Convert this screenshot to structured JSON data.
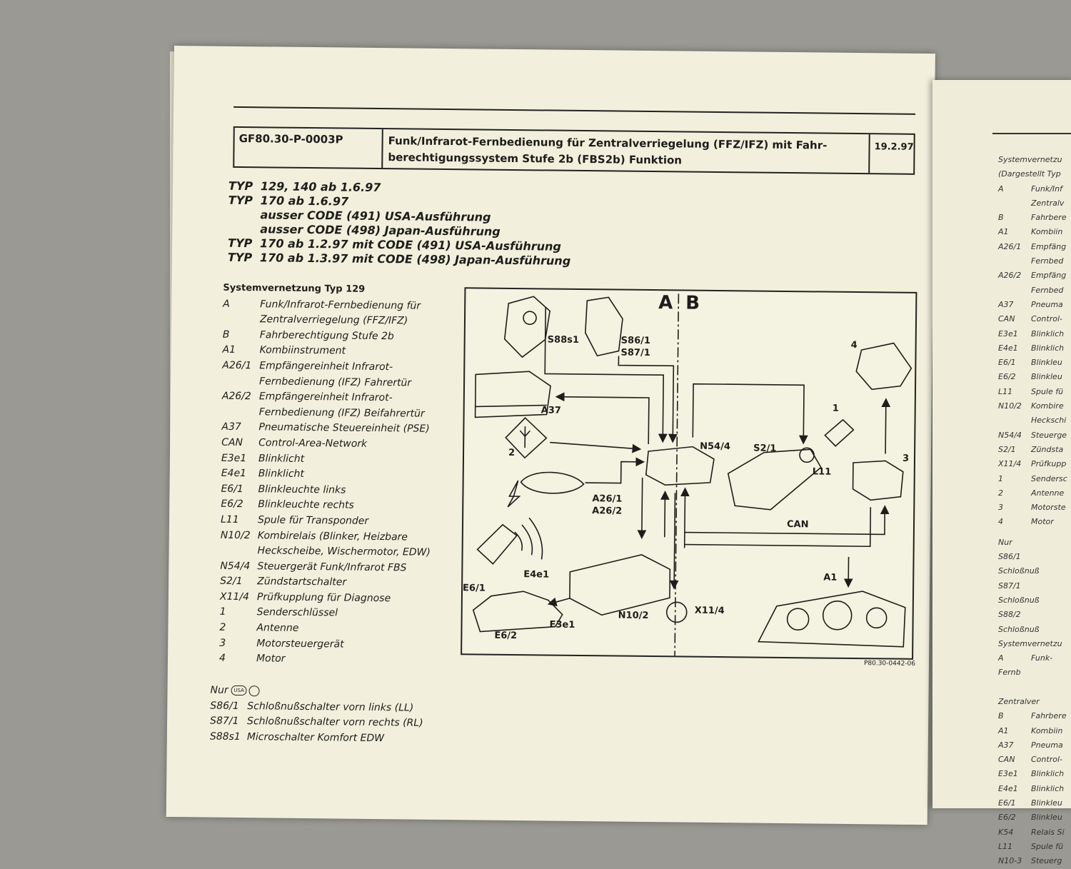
{
  "header": {
    "code": "GF80.30-P-0003P",
    "title_line1": "Funk/Infrarot-Fernbedienung für Zentralverriegelung (FFZ/IFZ) mit Fahr-",
    "title_line2": "berechtigungssystem Stufe 2b (FBS2b) Funktion",
    "date": "19.2.97"
  },
  "types": [
    {
      "k": "TYP",
      "v": "129, 140 ab 1.6.97"
    },
    {
      "k": "TYP",
      "v": "170 ab 1.6.97"
    },
    {
      "k": "",
      "v": "ausser CODE (491) USA-Ausführung"
    },
    {
      "k": "",
      "v": "ausser CODE (498) Japan-Ausführung"
    },
    {
      "k": "TYP",
      "v": "170 ab 1.2.97 mit CODE (491) USA-Ausführung"
    },
    {
      "k": "TYP",
      "v": "170 ab 1.3.97 mit CODE (498) Japan-Ausführung"
    }
  ],
  "legend": {
    "title": "Systemvernetzung Typ 129",
    "items": [
      {
        "code": "A",
        "desc": "Funk/Infrarot-Fernbedienung für",
        "desc2": "Zentralverriegelung (FFZ/IFZ)"
      },
      {
        "code": "B",
        "desc": "Fahrberechtigung Stufe 2b"
      },
      {
        "code": "A1",
        "desc": "Kombiinstrument"
      },
      {
        "code": "A26/1",
        "desc": "Empfängereinheit Infrarot-",
        "desc2": "Fernbedienung (IFZ) Fahrertür"
      },
      {
        "code": "A26/2",
        "desc": "Empfängereinheit Infrarot-",
        "desc2": "Fernbedienung (IFZ) Beifahrertür"
      },
      {
        "code": "A37",
        "desc": "Pneumatische Steuereinheit (PSE)"
      },
      {
        "code": "CAN",
        "desc": "Control-Area-Network"
      },
      {
        "code": "E3e1",
        "desc": "Blinklicht"
      },
      {
        "code": "E4e1",
        "desc": "Blinklicht"
      },
      {
        "code": "E6/1",
        "desc": "Blinkleuchte links"
      },
      {
        "code": "E6/2",
        "desc": "Blinkleuchte rechts"
      },
      {
        "code": "L11",
        "desc": "Spule für Transponder"
      },
      {
        "code": "N10/2",
        "desc": "Kombirelais (Blinker, Heizbare",
        "desc2": "Heckscheibe, Wischermotor, EDW)"
      },
      {
        "code": "N54/4",
        "desc": "Steuergerät Funk/Infrarot FBS"
      },
      {
        "code": "S2/1",
        "desc": "Zündstartschalter"
      },
      {
        "code": "X11/4",
        "desc": "Prüfkupplung für Diagnose"
      },
      {
        "code": "1",
        "desc": "Senderschlüssel"
      },
      {
        "code": "2",
        "desc": "Antenne"
      },
      {
        "code": "3",
        "desc": "Motorsteuergerät"
      },
      {
        "code": "4",
        "desc": "Motor"
      }
    ]
  },
  "nur": {
    "label": "Nur",
    "badge": "USA",
    "items": [
      {
        "code": "S86/1",
        "desc": "Schloßnußschalter vorn links (LL)"
      },
      {
        "code": "S87/1",
        "desc": "Schloßnußschalter vorn rechts (RL)"
      },
      {
        "code": "S88s1",
        "desc": "Microschalter Komfort EDW"
      }
    ]
  },
  "diagram": {
    "section_a": "A",
    "section_b": "B",
    "labels": {
      "s88s1": "S88s1",
      "s86_1": "S86/1",
      "s87_1": "S87/1",
      "a37": "A37",
      "n54_4": "N54/4",
      "s2_1": "S2/1",
      "l11": "L11",
      "a26_1": "A26/1",
      "a26_2": "A26/2",
      "can": "CAN",
      "a1": "A1",
      "e4e1": "E4e1",
      "e6_1": "E6/1",
      "e6_2": "E6/2",
      "e3e1": "E3e1",
      "n10_2": "N10/2",
      "x11_4": "X11/4",
      "n1": "1",
      "n2": "2",
      "n3": "3",
      "n4": "4"
    },
    "figure_no": "P80.30-0442-06"
  },
  "right_page": {
    "title1": "Systemvernetzu",
    "title2": "(Dargestellt Typ",
    "rows": [
      {
        "c": "A",
        "d": "Funk/Inf"
      },
      {
        "c": "",
        "d": "Zentralv"
      },
      {
        "c": "B",
        "d": "Fahrbere"
      },
      {
        "c": "A1",
        "d": "Kombiin"
      },
      {
        "c": "A26/1",
        "d": "Empfäng"
      },
      {
        "c": "",
        "d": "Fernbed"
      },
      {
        "c": "A26/2",
        "d": "Empfäng"
      },
      {
        "c": "",
        "d": "Fernbed"
      },
      {
        "c": "A37",
        "d": "Pneuma"
      },
      {
        "c": "CAN",
        "d": "Control-"
      },
      {
        "c": "E3e1",
        "d": "Blinklich"
      },
      {
        "c": "E4e1",
        "d": "Blinklich"
      },
      {
        "c": "E6/1",
        "d": "Blinkleu"
      },
      {
        "c": "E6/2",
        "d": "Blinkleu"
      },
      {
        "c": "L11",
        "d": "Spule fü"
      },
      {
        "c": "N10/2",
        "d": "Kombire"
      },
      {
        "c": "",
        "d": "Heckschi"
      },
      {
        "c": "N54/4",
        "d": "Steuerge"
      },
      {
        "c": "S2/1",
        "d": "Zündsta"
      },
      {
        "c": "X11/4",
        "d": "Prüfkupp"
      },
      {
        "c": "1",
        "d": "Sendersc"
      },
      {
        "c": "2",
        "d": "Antenne"
      },
      {
        "c": "3",
        "d": "Motorste"
      },
      {
        "c": "4",
        "d": "Motor"
      }
    ],
    "nur": "Nur",
    "rows2": [
      {
        "c": "S86/1",
        "d": "Schloßnuß"
      },
      {
        "c": "S87/1",
        "d": "Schloßnuß"
      },
      {
        "c": "S88/2",
        "d": "Schloßnuß"
      }
    ],
    "title3": "Systemvernetzu",
    "rows3": [
      {
        "c": "A",
        "d": "Funk-Fernb"
      },
      {
        "c": "",
        "d": "Zentralver"
      },
      {
        "c": "B",
        "d": "Fahrbere"
      },
      {
        "c": "A1",
        "d": "Kombiin"
      },
      {
        "c": "A37",
        "d": "Pneuma"
      },
      {
        "c": "CAN",
        "d": "Control-"
      },
      {
        "c": "E3e1",
        "d": "Blinklich"
      },
      {
        "c": "E4e1",
        "d": "Blinklich"
      },
      {
        "c": "E6/1",
        "d": "Blinkleu"
      },
      {
        "c": "E6/2",
        "d": "Blinkleu"
      },
      {
        "c": "K54",
        "d": "Relais Si"
      },
      {
        "c": "L11",
        "d": "Spule fü"
      },
      {
        "c": "N10-3",
        "d": "Steuerg"
      }
    ]
  }
}
